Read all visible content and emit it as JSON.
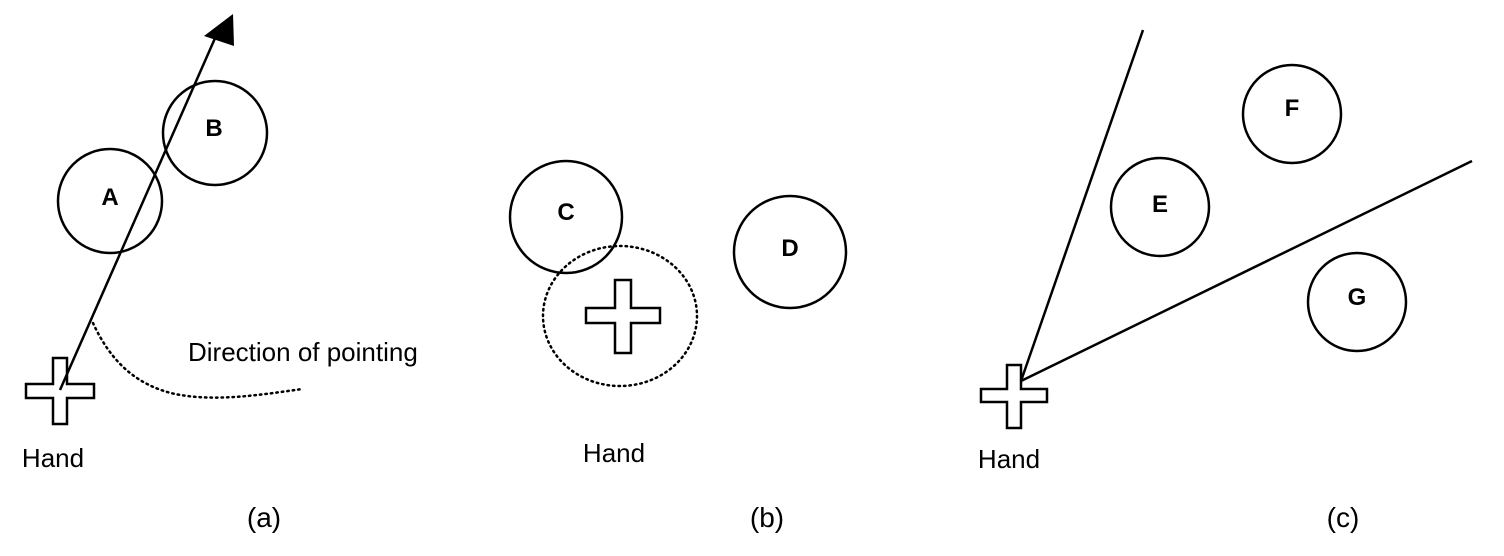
{
  "panels": {
    "a": {
      "caption": "(a)",
      "hand_label": "Hand",
      "annotation": "Direction of pointing",
      "targets": [
        "A",
        "B"
      ]
    },
    "b": {
      "caption": "(b)",
      "hand_label": "Hand",
      "targets": [
        "C",
        "D"
      ]
    },
    "c": {
      "caption": "(c)",
      "hand_label": "Hand",
      "targets": [
        "E",
        "F",
        "G"
      ]
    }
  }
}
